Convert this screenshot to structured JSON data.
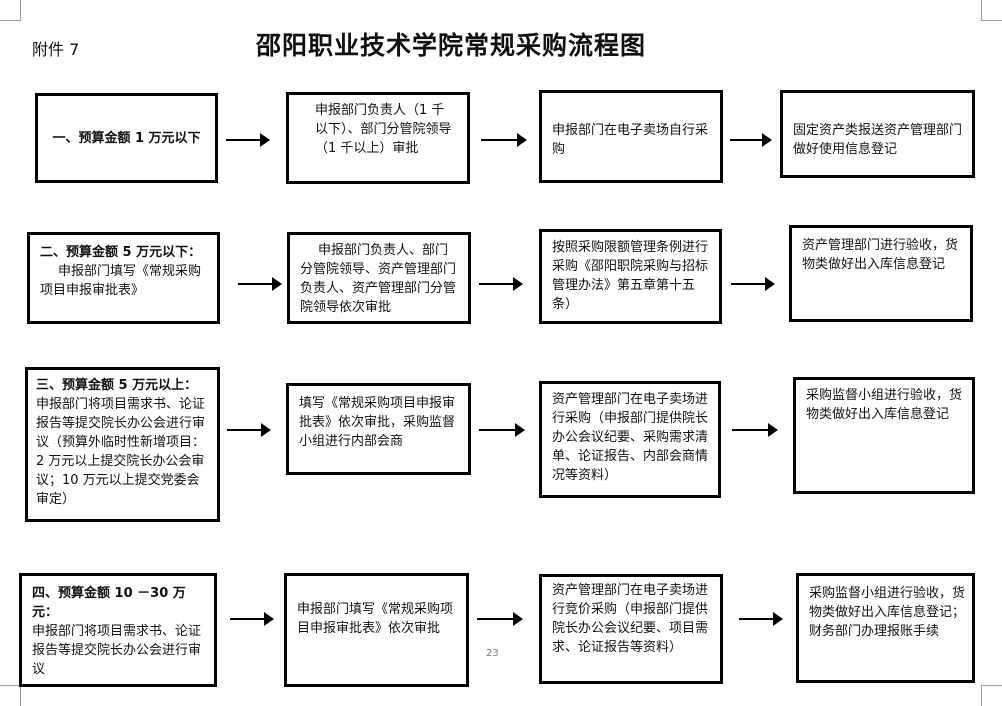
{
  "header": {
    "attachment": "附件 7",
    "title": "邵阳职业技术学院常规采购流程图"
  },
  "page_number": "23",
  "rows": [
    {
      "condition_head": "一、预算金额 1 万元以下",
      "condition_body": "",
      "step1": "申报部门负责人（1 千以下）、部门分管院领导（1 千以上）审批",
      "step2": "申报部门在电子卖场自行采购",
      "step3": "固定资产类报送资产管理部门做好使用信息登记"
    },
    {
      "condition_head": "二、预算金额 5 万元以下：",
      "condition_body": "申报部门填写《常规采购项目申报审批表》",
      "step1": "申报部门负责人、部门分管院领导、资产管理部门负责人、资产管理部门分管院领导依次审批",
      "step2": "按照采购限额管理条例进行采购《邵阳职院采购与招标管理办法》第五章第十五条）",
      "step3": "资产管理部门进行验收，货物类做好出入库信息登记"
    },
    {
      "condition_head": "三、预算金额 5 万元以上：",
      "condition_body": "申报部门将项目需求书、论证报告等提交院长办公会进行审议（预算外临时性新增项目：2 万元以上提交院长办公会审议；10 万元以上提交党委会审定）",
      "step1": "填写《常规采购项目申报审批表》依次审批，采购监督小组进行内部会商",
      "step2": "资产管理部门在电子卖场进行采购（申报部门提供院长办公会议纪要、采购需求清单、论证报告、内部会商情况等资料）",
      "step3": "采购监督小组进行验收，货物类做好出入库信息登记"
    },
    {
      "condition_head": "四、预算金额 10 －30 万元：",
      "condition_body": "申报部门将项目需求书、论证报告等提交院长办公会进行审议",
      "step1": "申报部门填写《常规采购项目申报审批表》依次审批",
      "step2": "资产管理部门在电子卖场进行竞价采购（申报部门提供院长办公会议纪要、项目需求、论证报告等资料）",
      "step3": "采购监督小组进行验收，货物类做好出入库信息登记；财务部门办理报账手续"
    }
  ]
}
